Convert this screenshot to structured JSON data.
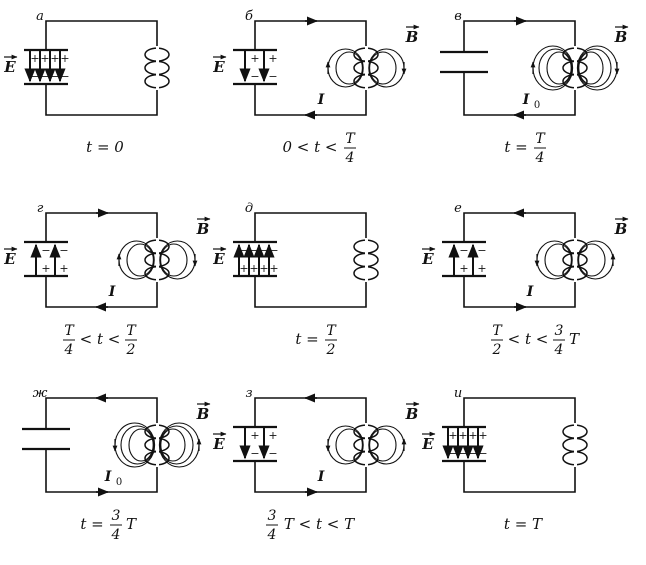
{
  "panels": [
    {
      "letter": "а",
      "state": "charged-down",
      "current_label": "",
      "current_dir": "none",
      "field": "",
      "field_mode": "none",
      "caption": {
        "kind": "eq",
        "lhs": "t",
        "rhs": "0"
      }
    },
    {
      "letter": "б",
      "state": "partial-down",
      "current_label": "I",
      "current_dir": "left",
      "field": "B",
      "field_mode": "up",
      "caption": {
        "kind": "range-frac",
        "left": "0",
        "var": "t",
        "num": "T",
        "den": "4"
      }
    },
    {
      "letter": "в",
      "state": "capacitor",
      "current_label": "I",
      "current_sub": "0",
      "current_dir": "left",
      "field": "B",
      "field_mode": "max-up",
      "caption": {
        "kind": "eq-frac",
        "lhs": "t",
        "num": "T",
        "den": "4"
      }
    },
    {
      "letter": "г",
      "state": "partial-up",
      "current_label": "I",
      "current_dir": "left",
      "field": "B",
      "field_mode": "up",
      "caption": {
        "kind": "frac-range-frac",
        "n1": "T",
        "d1": "4",
        "var": "t",
        "n2": "T",
        "d2": "2"
      }
    },
    {
      "letter": "д",
      "state": "charged-up",
      "current_label": "",
      "current_dir": "none",
      "field": "",
      "field_mode": "none",
      "caption": {
        "kind": "eq-frac",
        "lhs": "t",
        "num": "T",
        "den": "2"
      }
    },
    {
      "letter": "е",
      "state": "partial-up",
      "current_label": "I",
      "current_dir": "right",
      "field": "B",
      "field_mode": "down",
      "caption": {
        "kind": "frac-range-fracT",
        "n1": "T",
        "d1": "2",
        "var": "t",
        "n2": "3",
        "d2": "4",
        "suffix": "T"
      }
    },
    {
      "letter": "ж",
      "state": "capacitor",
      "current_label": "I",
      "current_sub": "0",
      "current_dir": "right",
      "field": "B",
      "field_mode": "max-down",
      "caption": {
        "kind": "eq-fracT",
        "lhs": "t",
        "num": "3",
        "den": "4",
        "suffix": "T"
      }
    },
    {
      "letter": "з",
      "state": "partial-down",
      "current_label": "I",
      "current_dir": "right",
      "field": "B",
      "field_mode": "down",
      "caption": {
        "kind": "fracT-range",
        "num": "3",
        "den": "4",
        "suffix": "T",
        "var": "t",
        "right": "T"
      }
    },
    {
      "letter": "и",
      "state": "charged-down",
      "current_label": "",
      "current_dir": "none",
      "field": "",
      "field_mode": "none",
      "caption": {
        "kind": "eq",
        "lhs": "t",
        "rhs": "T"
      }
    }
  ],
  "labels": {
    "E": "E",
    "plus": "+",
    "minus": "−"
  }
}
